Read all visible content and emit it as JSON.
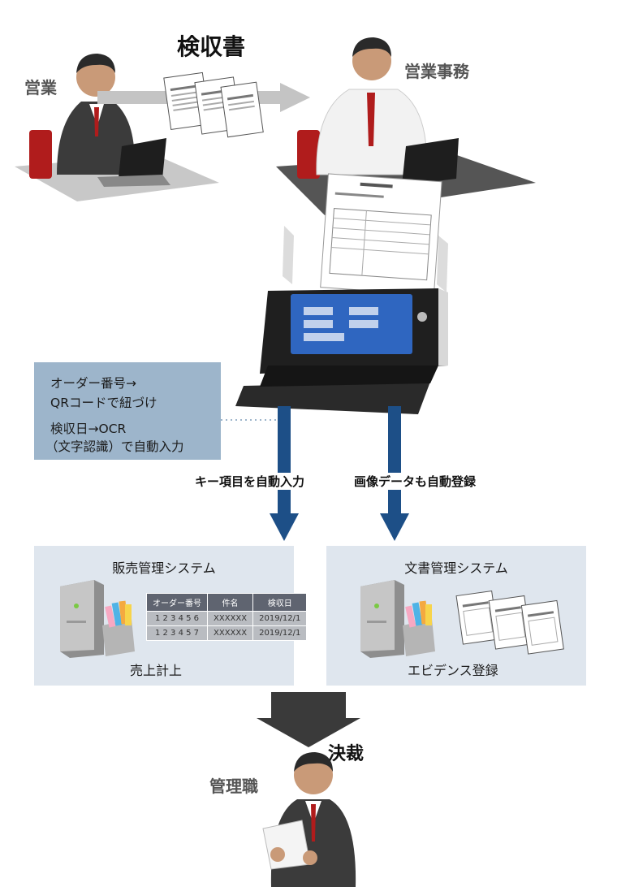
{
  "top": {
    "title": "検収書",
    "left_person_label": "営業",
    "right_person_label": "営業事務"
  },
  "info_box": {
    "line1": "オーダー番号→",
    "line2": "QRコードで紐づけ",
    "line3": "検収日→OCR",
    "line4": "（文字認識）で自動入力"
  },
  "arrows": {
    "left_label": "キー項目を自動入力",
    "right_label": "画像データも自動登録"
  },
  "sales_system": {
    "title": "販売管理システム",
    "caption": "売上計上",
    "table": {
      "headers": [
        "オーダー番号",
        "件名",
        "検収日"
      ],
      "rows": [
        [
          "1 2 3 4 5 6",
          "XXXXXX",
          "2019/12/1"
        ],
        [
          "1 2 3 4 5 7",
          "XXXXXX",
          "2019/12/1"
        ]
      ]
    }
  },
  "doc_system": {
    "title": "文書管理システム",
    "caption": "エビデンス登録"
  },
  "bottom": {
    "decision_label": "決裁",
    "manager_label": "管理職"
  },
  "colors": {
    "arrow_blue": "#1d4f87",
    "box_blue": "#9db5cb",
    "system_box": "#dfe6ee",
    "big_arrow": "#3a3a3a"
  }
}
